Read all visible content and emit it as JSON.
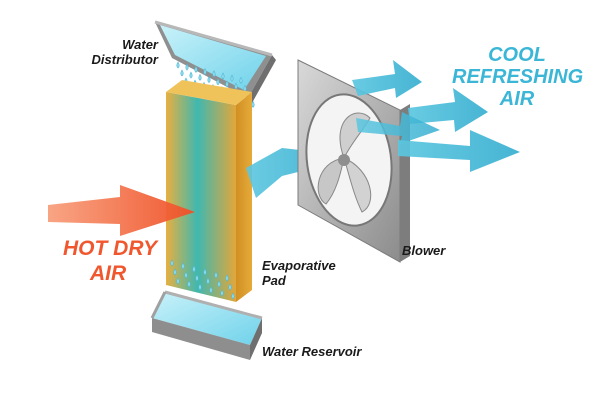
{
  "labels": {
    "water_distributor": [
      "Water",
      "Distributor"
    ],
    "evaporative_pad": [
      "Evaporative",
      "Pad"
    ],
    "blower": "Blower",
    "water_reservoir": "Water Reservoir"
  },
  "hot_air": [
    "HOT DRY",
    "AIR"
  ],
  "cool_air": [
    "COOL",
    "REFRESHING",
    "AIR"
  ],
  "colors": {
    "hot": "#f0572e",
    "cool": "#3bb6d6",
    "pad": "#e0a83a",
    "metal": "#9a9a9a",
    "water": "#9fe3f2"
  }
}
